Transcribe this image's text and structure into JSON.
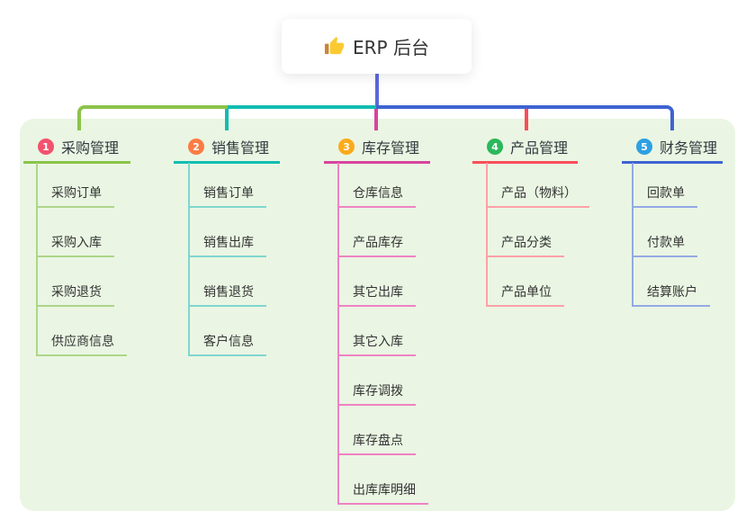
{
  "root": {
    "title": "ERP 后台",
    "icon": "thumbs-up-icon"
  },
  "branches": [
    {
      "badge": "1",
      "title": "采购管理",
      "line_color": "#8bc34a",
      "badge_color": "#f2526e",
      "child_line_color": "#aed58a",
      "children": [
        "采购订单",
        "采购入库",
        "采购退货",
        "供应商信息"
      ]
    },
    {
      "badge": "2",
      "title": "销售管理",
      "line_color": "#10bcb2",
      "badge_color": "#fa7c44",
      "child_line_color": "#7fd6cf",
      "children": [
        "销售订单",
        "销售出库",
        "销售退货",
        "客户信息"
      ]
    },
    {
      "badge": "3",
      "title": "库存管理",
      "line_color": "#d8439f",
      "badge_color": "#fbab1c",
      "child_line_color": "#ef82c2",
      "children": [
        "仓库信息",
        "产品库存",
        "其它出库",
        "其它入库",
        "库存调拨",
        "库存盘点",
        "出库库明细"
      ]
    },
    {
      "badge": "4",
      "title": "产品管理",
      "line_color": "#fa4d5a",
      "badge_color": "#2cb85c",
      "child_line_color": "#fda0a8",
      "children": [
        "产品（物料）",
        "产品分类",
        "产品单位"
      ]
    },
    {
      "badge": "5",
      "title": "财务管理",
      "line_color": "#3f63d2",
      "badge_color": "#2da0e2",
      "child_line_color": "#93a9e4",
      "children": [
        "回款单",
        "付款单",
        "结算账户"
      ]
    }
  ],
  "connectors": {
    "root_line_color": "#5b68dd",
    "bus_segment_colors": [
      "#8bc34a",
      "#10bcb2",
      "#3f63d2"
    ],
    "drop_colors": [
      "#8bc34a",
      "#10bcb2",
      "#d8439f",
      "#fa4d5a",
      "#3f63d2"
    ]
  },
  "panel": {
    "background": "#eaf6e3"
  }
}
